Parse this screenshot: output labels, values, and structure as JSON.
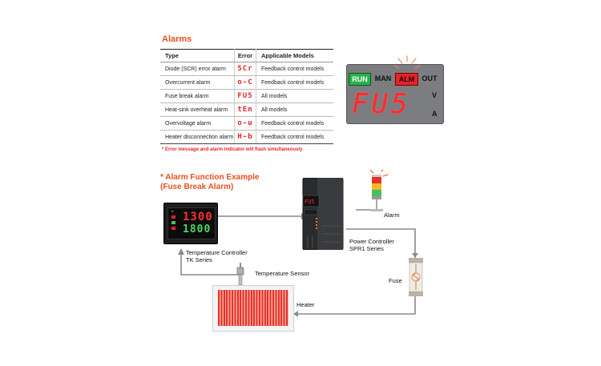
{
  "alarms": {
    "title": "Alarms",
    "columns": [
      "Type",
      "Error",
      "Applicable Models"
    ],
    "rows": [
      {
        "type": "Diode (SCR) error alarm",
        "error": "5Cr",
        "models": "Feedback control models"
      },
      {
        "type": "Overcurrent alarm",
        "error": "o-C",
        "models": "Feedback control models"
      },
      {
        "type": "Fuse break alarm",
        "error": "FU5",
        "models": "All models"
      },
      {
        "type": "Heat-sink overheat alarm",
        "error": "tEn",
        "models": "All models"
      },
      {
        "type": "Overvoltage alarm",
        "error": "o-u",
        "models": "Feedback control models"
      },
      {
        "type": "Heater disconnection alarm",
        "error": "H-b",
        "models": "Feedback control models"
      }
    ],
    "note": "* Error message and alarm indicator will flash simultaneously"
  },
  "display": {
    "indicators": [
      "RUN",
      "MAN",
      "ALM",
      "OUT"
    ],
    "digits": "FU5",
    "units": [
      "V",
      "A"
    ]
  },
  "example": {
    "title_line1": "* Alarm Function Example",
    "title_line2": "(Fuse Break Alarm)",
    "temp_controller": {
      "label_line1": "Temperature Controller",
      "label_line2": "TK Series",
      "pv": "1300",
      "sv": "1800"
    },
    "temperature_sensor_label": "Temperature Sensor",
    "heater_label": "Heater",
    "fuse_label": "Fuse",
    "power_controller": {
      "label_line1": "Power Controller",
      "label_line2": "SPR1 Series"
    },
    "alarm_label": "Alarm"
  },
  "colors": {
    "accent": "#e8501e",
    "alarm_red": "#e8202a",
    "run_green": "#27b24a"
  }
}
